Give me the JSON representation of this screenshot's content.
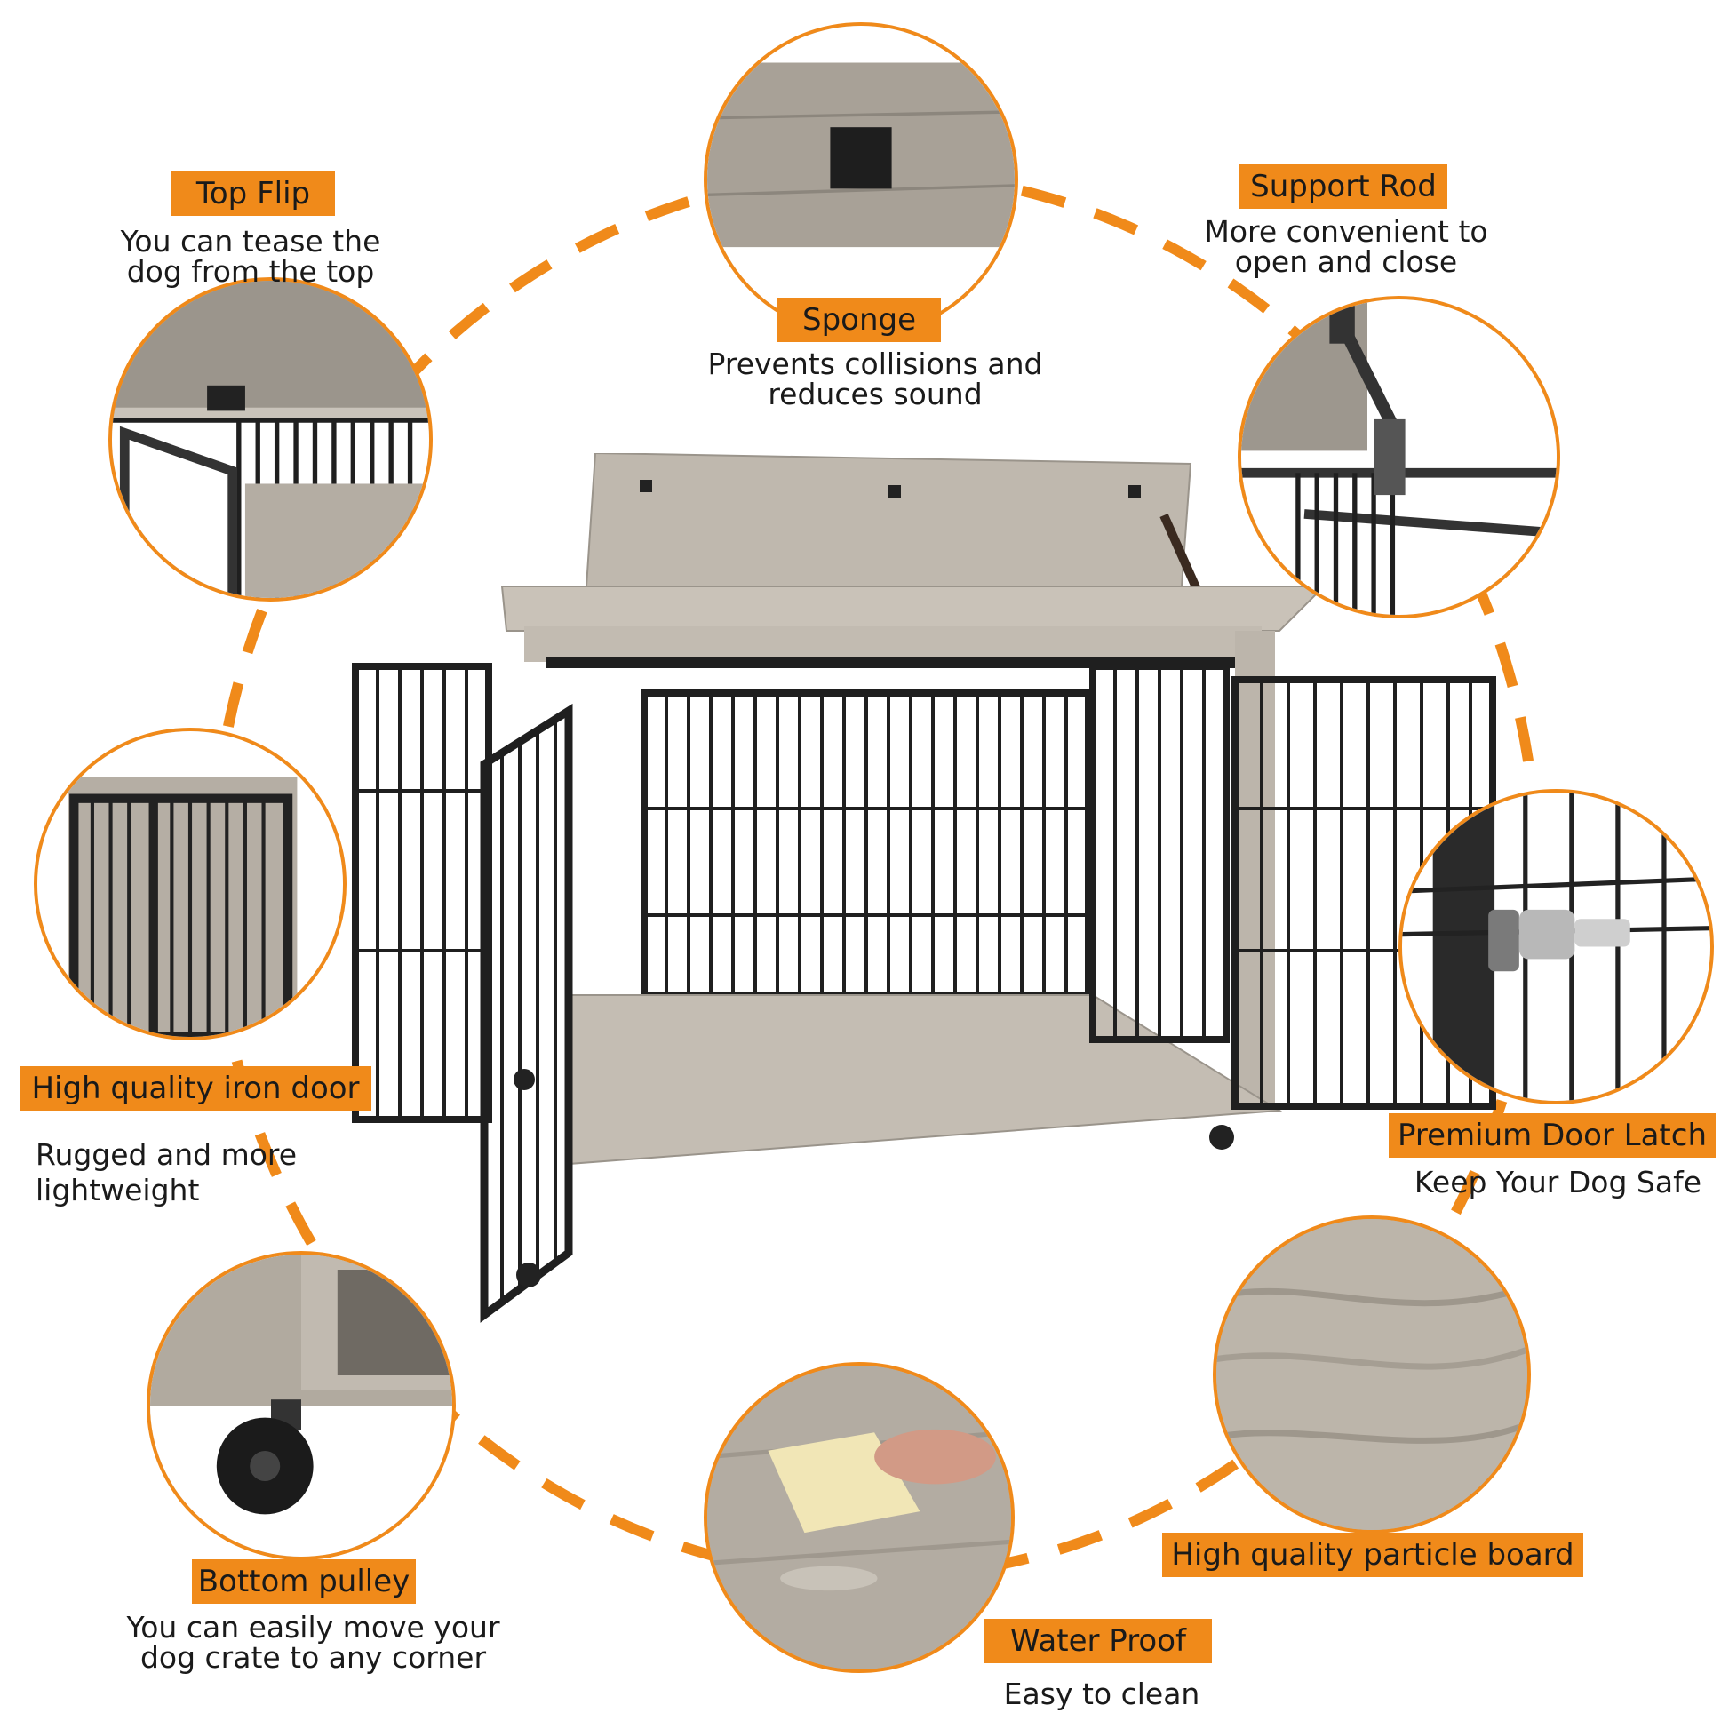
{
  "colors": {
    "accent": "#f08a1a",
    "wood": "#b9b2a8",
    "metal": "#1f1f1f",
    "text": "#1a1a1a",
    "background": "#ffffff"
  },
  "features": {
    "top_flip": {
      "title": "Top Flip",
      "desc": "You can tease the\ndog from the top",
      "icon": "lid-detail"
    },
    "sponge": {
      "title": "Sponge",
      "desc": "Prevents collisions and\nreduces sound",
      "icon": "sponge-pad"
    },
    "support_rod": {
      "title": "Support Rod",
      "desc": "More convenient to\nopen and close",
      "icon": "hinge-rod"
    },
    "iron_door": {
      "title": "High quality iron door",
      "desc": "Rugged and more\nlightweight",
      "icon": "wire-door"
    },
    "door_latch": {
      "title": "Premium Door Latch",
      "desc": "Keep Your Dog Safe",
      "icon": "latch"
    },
    "bottom_pulley": {
      "title": "Bottom pulley",
      "desc": "You can easily move your\ndog crate to any corner",
      "icon": "caster-wheel"
    },
    "water_proof": {
      "title": "Water Proof",
      "desc": "Easy to clean",
      "icon": "cloth-wipe"
    },
    "particle_board": {
      "title": "High quality particle board",
      "icon": "wood-grain"
    }
  }
}
